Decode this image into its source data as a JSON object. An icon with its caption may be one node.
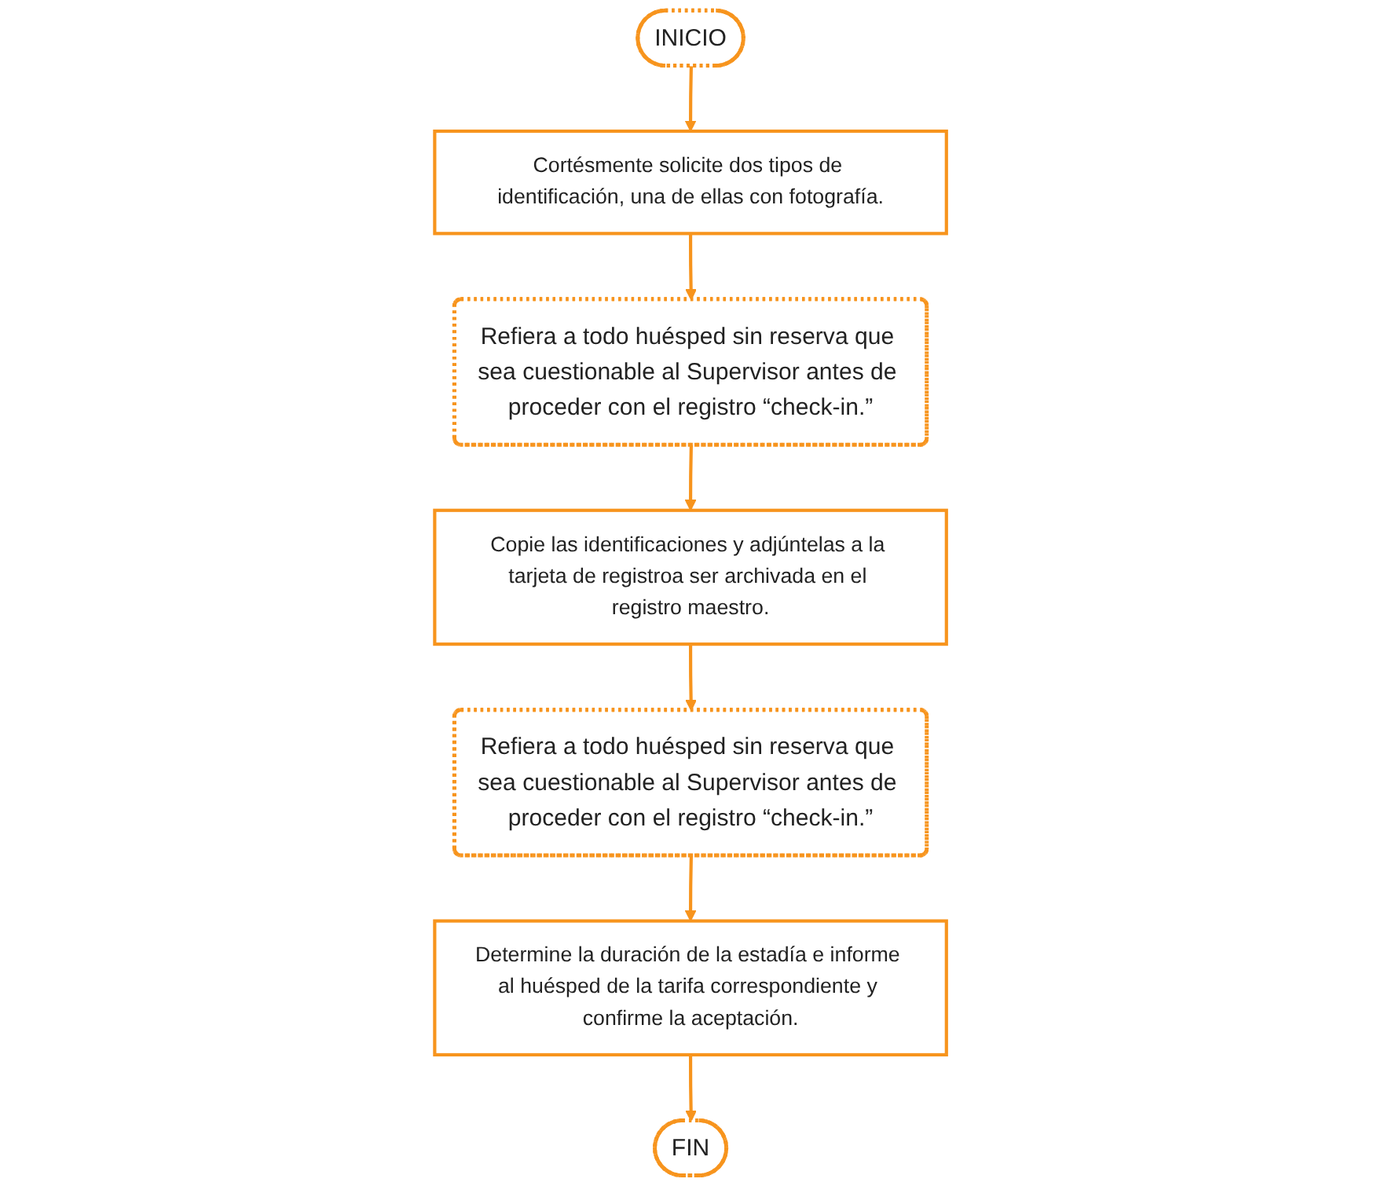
{
  "diagram": {
    "nodes": [
      {
        "text": [
          "INICIO"
        ]
      },
      {
        "text": [
          "Cortésmente solicite dos tipos de identificación, una de ellas con fotografía."
        ]
      },
      {
        "text": [
          "Refiera a todo huésped sin reserva que sea cuestionable al Supervisor antes de proceder con el registro “check-in.”"
        ]
      },
      {
        "text": [
          "Copie las identificaciones y adjúntelas a la tarjeta de registroa ser archivada en el registro maestro."
        ]
      },
      {
        "text": [
          "Refiera a todo huésped sin reserva que sea cuestionable al Supervisor antes de proceder con el registro “check-in.”"
        ]
      },
      {
        "text": [
          "Determine la duración de la estadía e informe al huésped de la tarifa correspondiente y confirme la aceptación."
        ]
      },
      {
        "text": [
          "FIN"
        ]
      }
    ],
    "edges": [
      {
        "from": 0,
        "to": 1,
        "arrow": "to"
      },
      {
        "from": 1,
        "to": 2,
        "arrow": "to"
      },
      {
        "from": 2,
        "to": 3,
        "arrow": "to"
      },
      {
        "from": 3,
        "to": 4,
        "arrow": "to"
      },
      {
        "from": 4,
        "to": 5,
        "arrow": "to"
      },
      {
        "from": 5,
        "to": 6,
        "arrow": "to"
      }
    ]
  }
}
